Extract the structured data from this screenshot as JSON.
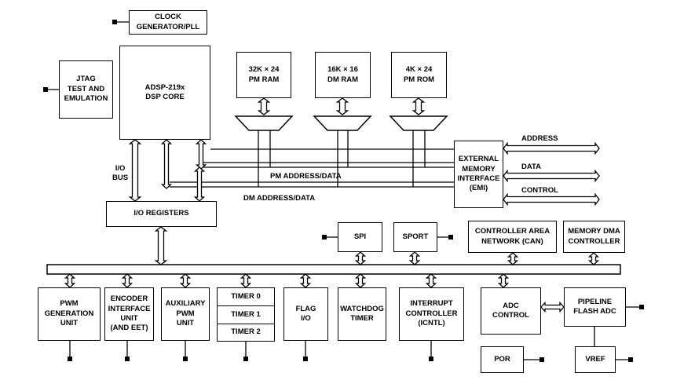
{
  "blocks": {
    "clock": "CLOCK\nGENERATOR/PLL",
    "jtag": "JTAG\nTEST AND\nEMULATION",
    "dsp_core": "ADSP-219x\nDSP CORE",
    "pm_ram": "32K × 24\nPM RAM",
    "dm_ram": "16K × 16\nDM RAM",
    "pm_rom": "4K × 24\nPM ROM",
    "emi": "EXTERNAL\nMEMORY\nINTERFACE\n(EMI)",
    "io_registers": "I/O REGISTERS",
    "spi": "SPI",
    "sport": "SPORT",
    "can": "CONTROLLER AREA\nNETWORK (CAN)",
    "mem_dma": "MEMORY DMA\nCONTROLLER",
    "pwm": "PWM\nGENERATION\nUNIT",
    "encoder": "ENCODER\nINTERFACE\nUNIT\n(AND EET)",
    "aux_pwm": "AUXILIARY\nPWM\nUNIT",
    "timer0": "TIMER 0",
    "timer1": "TIMER 1",
    "timer2": "TIMER 2",
    "flag_io": "FLAG\nI/O",
    "watchdog": "WATCHDOG\nTIMER",
    "icntl": "INTERRUPT\nCONTROLLER\n(ICNTL)",
    "adc_control": "ADC\nCONTROL",
    "pipeline_adc": "PIPELINE\nFLASH ADC",
    "por": "POR",
    "vref": "VREF"
  },
  "bus_labels": {
    "io_bus": "I/O\nBUS",
    "pm_bus": "PM ADDRESS/DATA",
    "dm_bus": "DM ADDRESS/DATA",
    "address": "ADDRESS",
    "data": "DATA",
    "control": "CONTROL"
  }
}
